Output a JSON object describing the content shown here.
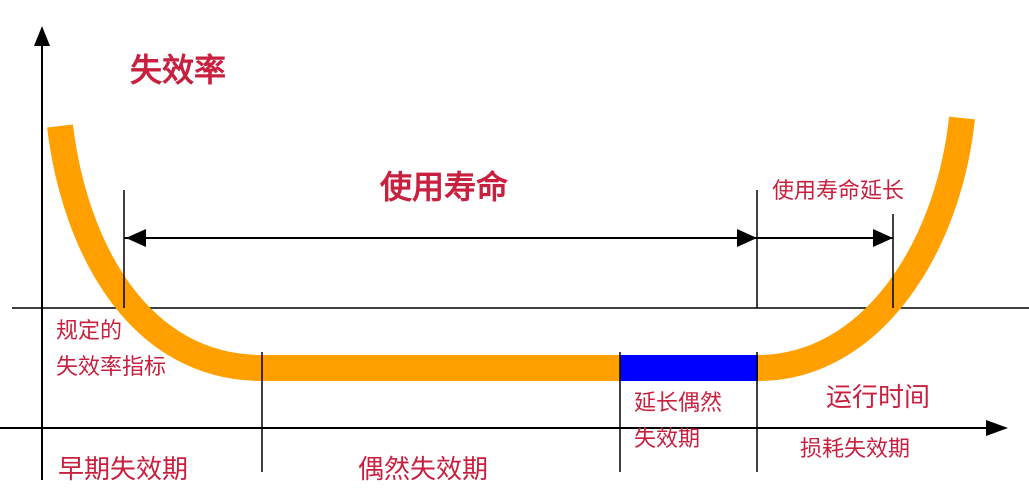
{
  "labels": {
    "failure_rate": "失效率",
    "service_life": "使用寿命",
    "service_life_extension": "使用寿命延长",
    "specified_rate_line1": "规定的",
    "specified_rate_line2": "失效率指标",
    "extended_random_line1": "延长偶然",
    "extended_random_line2": "失效期",
    "operating_time": "运行时间",
    "early_failure_period": "早期失效期",
    "random_failure_period": "偶然失效期",
    "wearout_failure_period": "损耗失效期"
  },
  "colors": {
    "curve": "#ffa000",
    "extension_band": "#0000ff",
    "text": "#c8203f",
    "lines": "#000000"
  }
}
